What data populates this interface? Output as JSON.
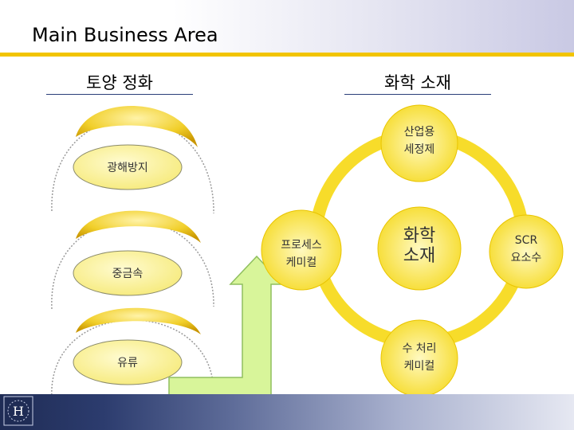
{
  "title": "Main Business Area",
  "sections": {
    "left": "토양 정화",
    "right": "화학 소재"
  },
  "left_items": [
    "광해방지",
    "중금속",
    "유류"
  ],
  "cycle": {
    "top_line1": "산업용",
    "top_line2": "세정제",
    "left_line1": "프로세스",
    "left_line2": "케미컬",
    "center_line1": "화학",
    "center_line2": "소재",
    "right_line1": "SCR",
    "right_line2": "요소수",
    "bottom_line1": "수 처리",
    "bottom_line2": "케미컬"
  },
  "logo": {
    "letter": "H"
  },
  "colors": {
    "accent_yellow": "#f2c400",
    "bubble_fill": "#fbf49a",
    "arch_gold": "#e8b800",
    "cycle_ring": "#f7dc2a",
    "arrow_fill": "#d8f59a",
    "arrow_stroke": "#8fbf5f",
    "navy": "#2a3e78"
  }
}
